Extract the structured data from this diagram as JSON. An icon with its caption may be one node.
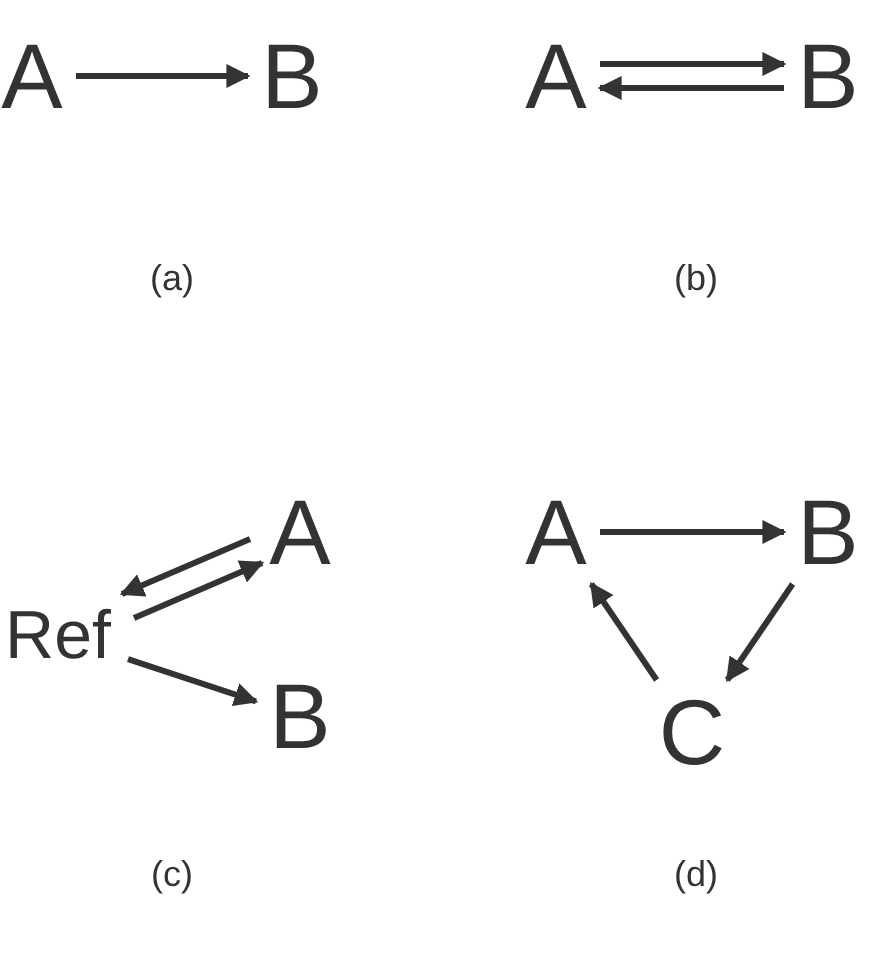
{
  "diagram": {
    "nodes": [
      {
        "text": [
          "A"
        ]
      },
      {
        "text": [
          "B"
        ]
      },
      {
        "text": [
          "A"
        ]
      },
      {
        "text": [
          "B"
        ]
      },
      {
        "text": [
          "Ref"
        ]
      },
      {
        "text": [
          "A"
        ]
      },
      {
        "text": [
          "B"
        ]
      },
      {
        "text": [
          "A"
        ]
      },
      {
        "text": [
          "B"
        ]
      },
      {
        "text": [
          "C"
        ]
      }
    ],
    "edges": [
      {
        "from": 0,
        "to": 1,
        "arrow": "to"
      },
      {
        "from": 2,
        "to": 3,
        "arrow": "to"
      },
      {
        "from": 3,
        "to": 2,
        "arrow": "to"
      },
      {
        "from": 5,
        "to": 4,
        "arrow": "to"
      },
      {
        "from": 4,
        "to": 5,
        "arrow": "to"
      },
      {
        "from": 4,
        "to": 6,
        "arrow": "to"
      },
      {
        "from": 7,
        "to": 8,
        "arrow": "to"
      },
      {
        "from": 8,
        "to": 9,
        "arrow": "to"
      },
      {
        "from": 9,
        "to": 7,
        "arrow": "to"
      }
    ],
    "labels": [
      "(a)",
      "(b)",
      "(c)",
      "(d)"
    ]
  }
}
